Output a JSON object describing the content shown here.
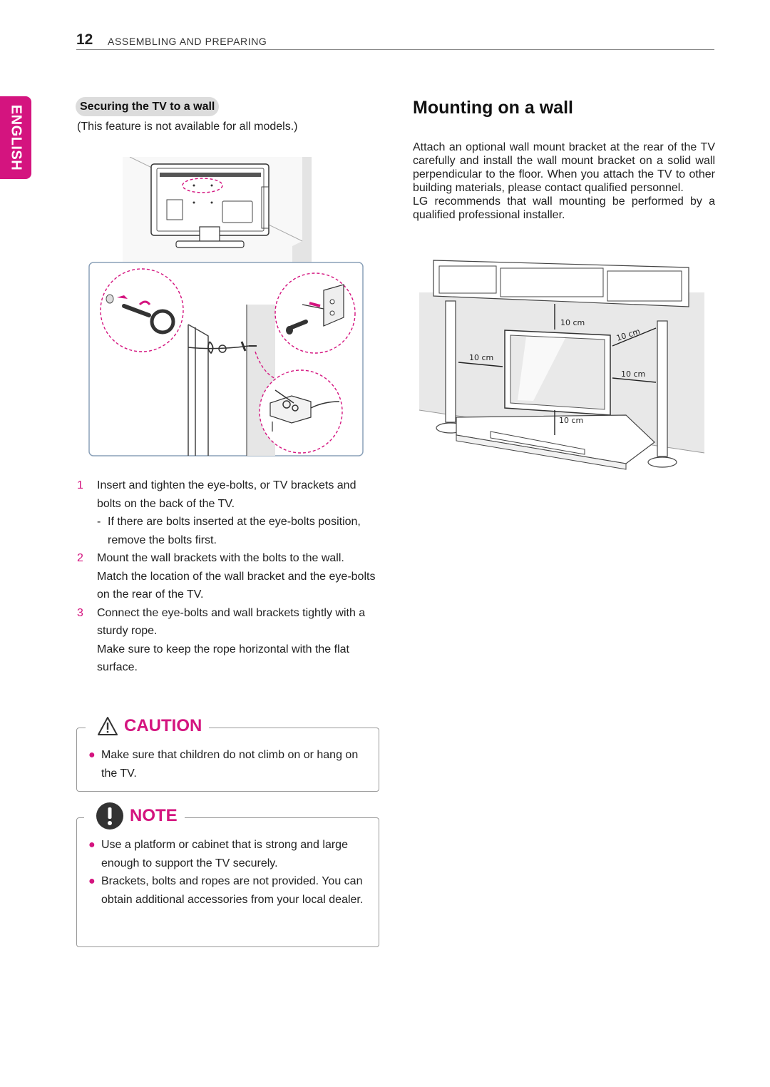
{
  "header": {
    "page_number": "12",
    "section": "ASSEMBLING AND PREPARING"
  },
  "language_tab": "ENGLISH",
  "left": {
    "heading": "Securing the TV to a wall",
    "availability_note": "This feature is not available for all models.)",
    "steps": [
      {
        "num": "1",
        "text": "Insert and tighten the eye-bolts, or TV brackets and bolts on the back of the TV.",
        "sub": "If there are bolts inserted at the eye-bolts position, remove the bolts first."
      },
      {
        "num": "2",
        "text": "Mount the wall brackets with the bolts to the wall.",
        "extra": "Match the location of the wall bracket and the eye-bolts on the rear of the TV."
      },
      {
        "num": "3",
        "text": "Connect the eye-bolts and wall brackets tightly with a sturdy rope.",
        "extra": "Make sure to keep the rope horizontal with the flat surface."
      }
    ]
  },
  "caution": {
    "title": "CAUTION",
    "items": [
      "Make sure that children do not climb on or hang on the TV."
    ]
  },
  "note": {
    "title": "NOTE",
    "items": [
      "Use a platform or cabinet that is strong and large enough to support the TV securely.",
      "Brackets, bolts and ropes are not provided. You can obtain additional accessories from your local dealer."
    ]
  },
  "right": {
    "title": "Mounting on a wall",
    "paragraphs": [
      "Attach an optional wall mount bracket at the rear of the TV carefully and install the wall mount bracket on a solid wall perpendicular to the floor. When you attach the TV to other building materials, please contact qualified personnel.",
      "LG recommends that wall mounting be performed by a qualified professional installer."
    ],
    "clearance_labels": [
      "10 cm",
      "10 cm",
      "10 cm",
      "10 cm"
    ]
  },
  "colors": {
    "accent": "#d4147f",
    "text": "#222222",
    "fig_line": "#555555",
    "fig_fill": "#e6e6e6"
  },
  "icons": {
    "caution": "warning-triangle-icon",
    "note": "exclamation-circle-icon",
    "bullet": "bullet-dot"
  }
}
